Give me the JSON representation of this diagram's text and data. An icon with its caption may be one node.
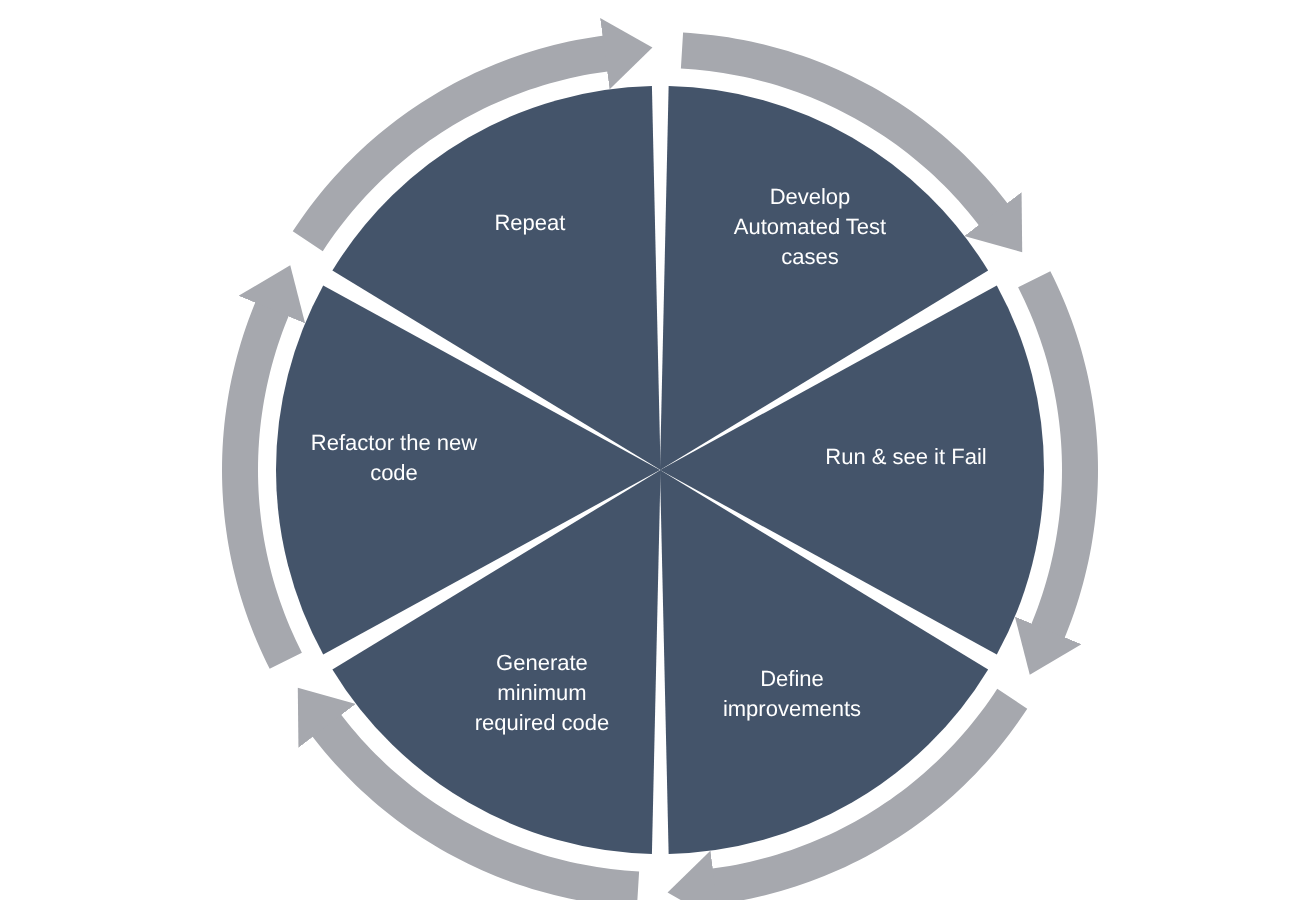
{
  "diagram": {
    "nodes": [
      {
        "text": [
          "Develop Automated Test cases"
        ]
      },
      {
        "text": [
          "Run & see it Fail"
        ]
      },
      {
        "text": [
          "Define improvements"
        ]
      },
      {
        "text": [
          "Generate minimum required code"
        ]
      },
      {
        "text": [
          "Refactor the new code"
        ]
      },
      {
        "text": [
          "Repeat"
        ]
      }
    ]
  }
}
